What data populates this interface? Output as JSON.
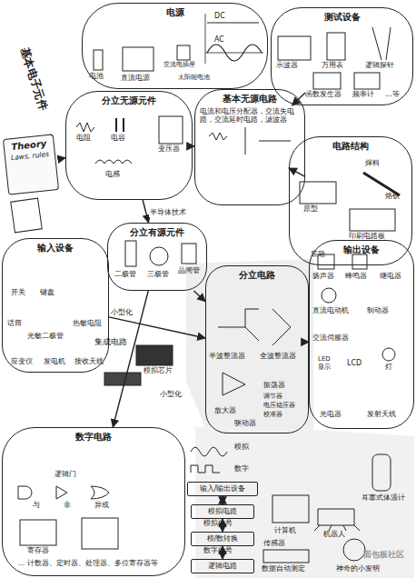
{
  "diagram": {
    "title": "基本电子元件",
    "nodes": [
      {
        "text": [
          "电源"
        ]
      },
      {
        "text": [
          "测试设备"
        ]
      },
      {
        "text": [
          "分立无源元件"
        ]
      },
      {
        "text": [
          "基本无源电路",
          "电流和电压分配器，交流失电路，交流延时电路，滤波器"
        ]
      },
      {
        "text": [
          "Theory",
          "Laws, rules"
        ]
      },
      {
        "text": [
          "电路结构"
        ]
      },
      {
        "text": [
          "分立有源元件"
        ]
      },
      {
        "text": [
          "输入设备"
        ]
      },
      {
        "text": [
          "输出设备"
        ]
      },
      {
        "text": [
          "分立电路"
        ]
      },
      {
        "text": [
          "数字电路"
        ]
      },
      {
        "text": [
          "输入/输出设备"
        ]
      },
      {
        "text": [
          "模拟电路"
        ]
      },
      {
        "text": [
          "模/数转换"
        ]
      },
      {
        "text": [
          "逻辑电路"
        ]
      }
    ],
    "edges": [
      {
        "from": 4,
        "to": 2,
        "arrow": "to"
      },
      {
        "from": 2,
        "to": 3,
        "arrow": "to"
      },
      {
        "from": 3,
        "to": 5,
        "arrow": "to"
      },
      {
        "from": 3,
        "to": 1,
        "arrow": "to"
      },
      {
        "from": 2,
        "to": 6,
        "label": "半导体技术",
        "arrow": "to"
      },
      {
        "from": 6,
        "to": 9,
        "arrow": "to"
      },
      {
        "from": 9,
        "to": 8,
        "arrow": "to"
      },
      {
        "from": 7,
        "to": 9,
        "arrow": "to"
      },
      {
        "from": 6,
        "to": 10,
        "arrow": "to"
      },
      {
        "from": 11,
        "to": 12,
        "arrow": "both"
      },
      {
        "from": 12,
        "to": 13,
        "arrow": "both"
      },
      {
        "from": 13,
        "to": 14,
        "arrow": "both"
      }
    ],
    "labels": [
      "DC",
      "AC",
      "电池",
      "直流电源",
      "交流电插座",
      "太阳能电池",
      "示波器",
      "万用表",
      "逻辑探针",
      "函数发生器",
      "频率计",
      "...等",
      "电阻",
      "电容",
      "变压器",
      "电感",
      "焊料",
      "烙铁",
      "原型",
      "印刷电路板",
      "装箱",
      "二极管",
      "三极管",
      "晶闸管",
      "开关",
      "键盘",
      "话筒",
      "光敏二极管",
      "热敏电阻",
      "应变仪",
      "发电机",
      "接收天线",
      "集成电路",
      "小型化",
      "模拟芯片",
      "小型化",
      "半波整流器",
      "全波整流器",
      "放大器",
      "振荡器",
      "调节器",
      "电压稳压器",
      "校准器",
      "驱动器",
      "扬声器",
      "蜂鸣器",
      "继电器",
      "直流电动机",
      "制动器",
      "交流伺服器",
      "LED",
      "显示",
      "LCD",
      "灯",
      "光电器",
      "发射天线",
      "逻辑门",
      "与",
      "非",
      "异或",
      "寄存器",
      "... 计数器、定时器、处理器、多位寄存器等",
      "模拟",
      "数字",
      "模拟信号",
      "数字信号",
      "计算机",
      "机器人",
      "耳塞式体温计",
      "传感器",
      "数据自动测定",
      "神奇的小发明",
      "面包板社区"
    ]
  }
}
